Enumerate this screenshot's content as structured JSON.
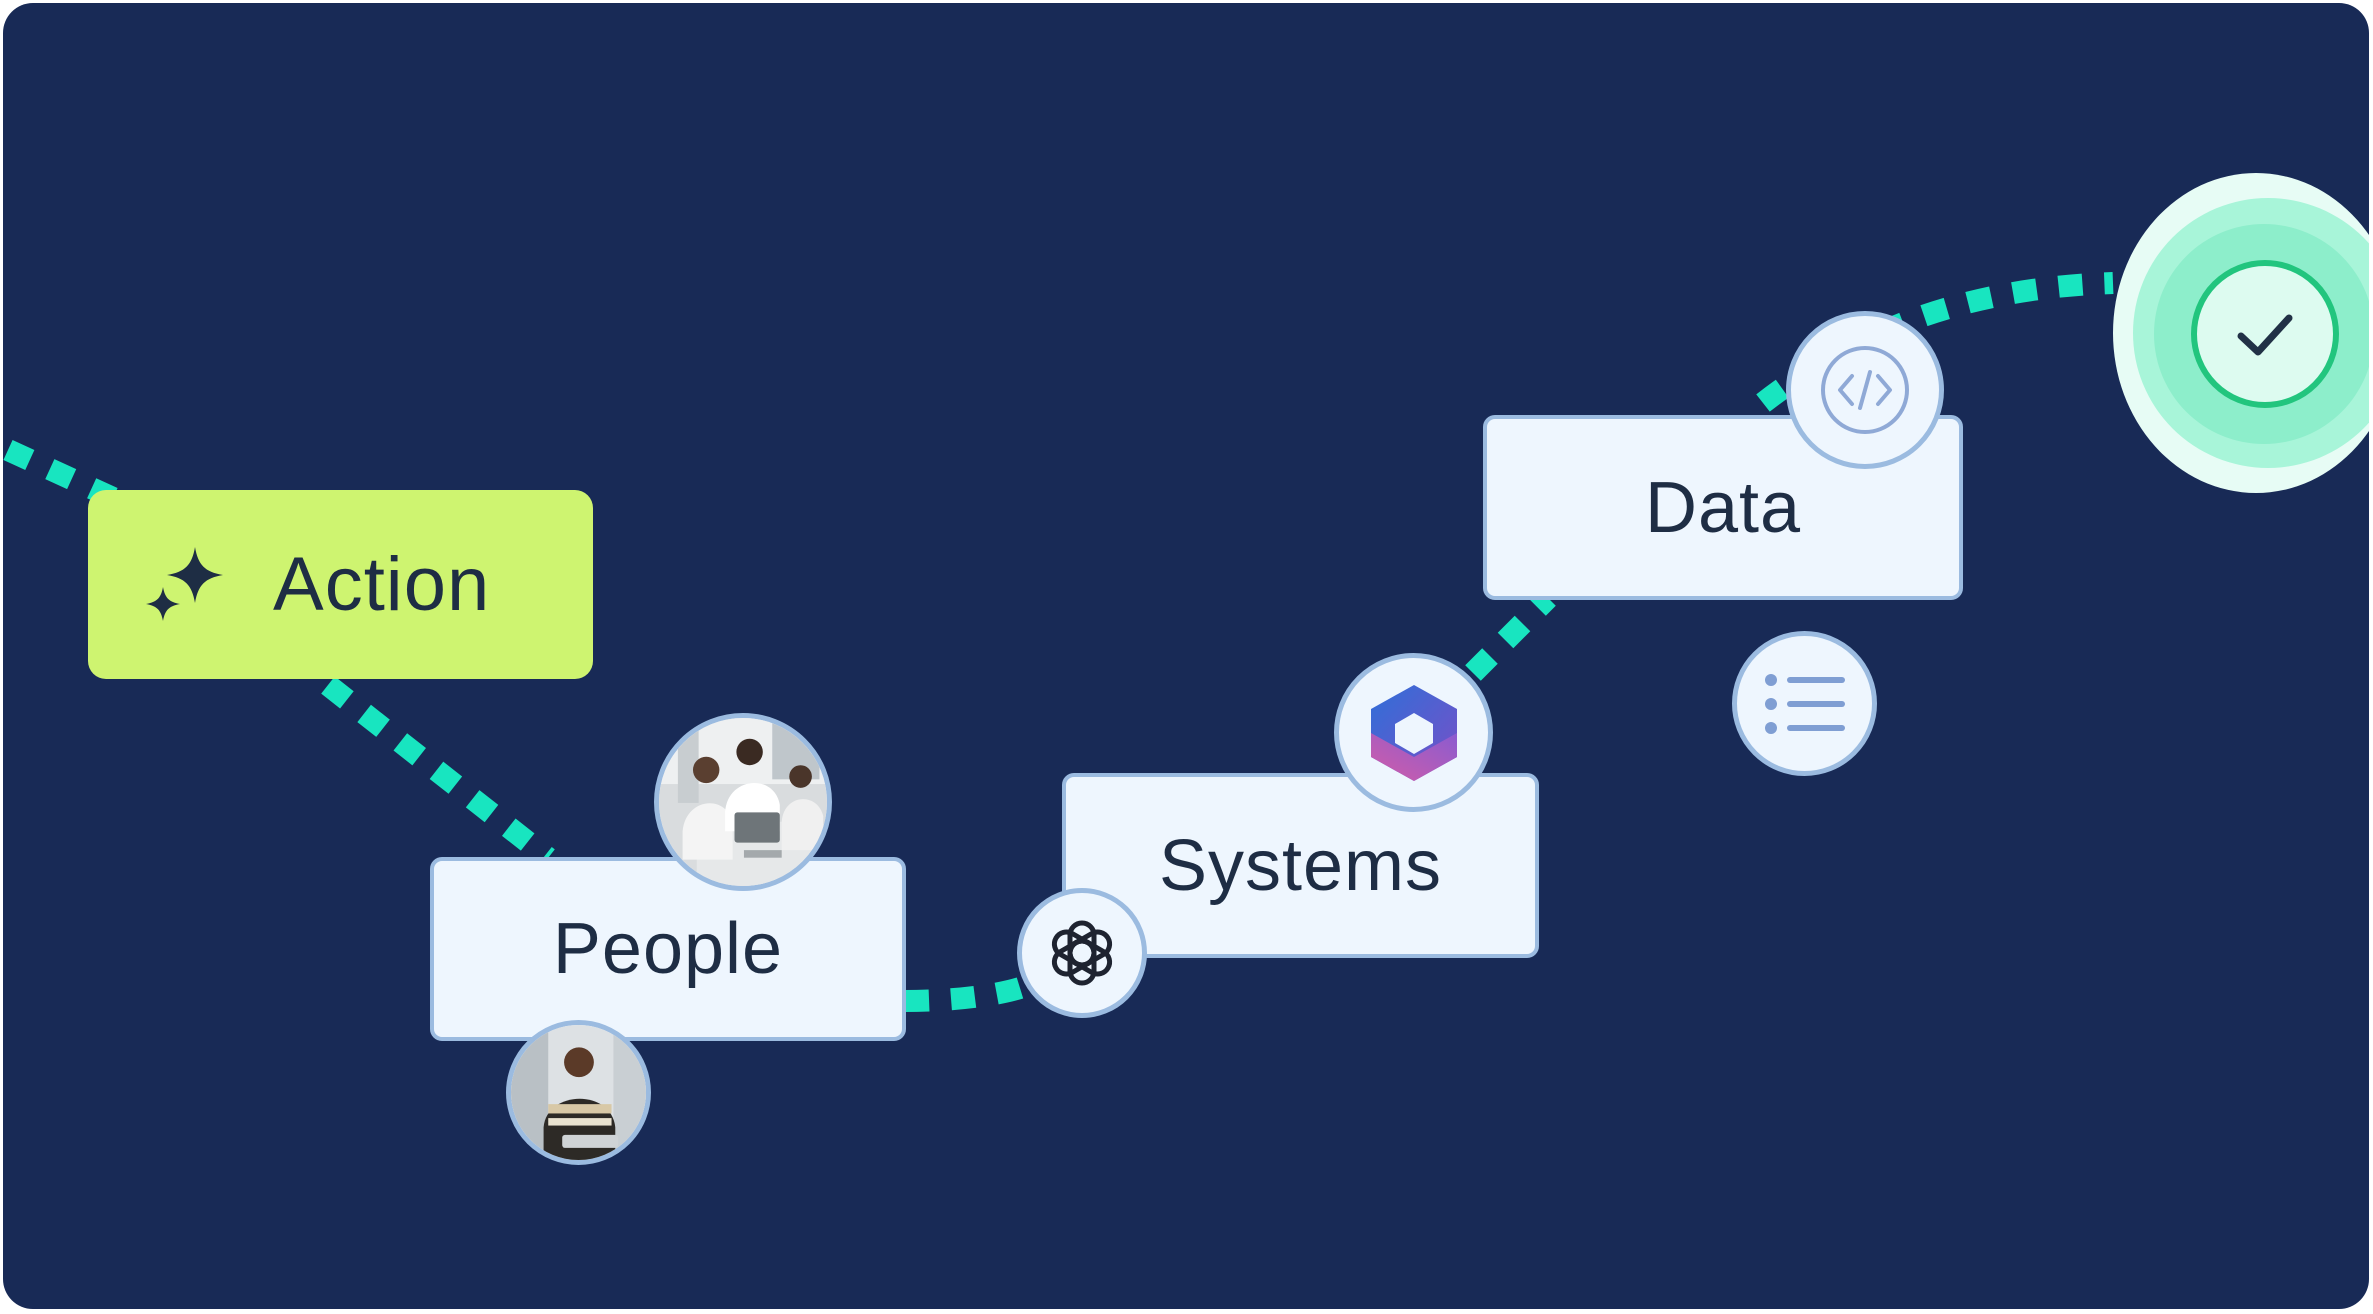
{
  "colors": {
    "background": "#182a56",
    "path": "#18e5c0",
    "card_fill": "#eef6fe",
    "card_border": "#9bbbe0",
    "action_fill": "#cef470",
    "check_ring": "#22c57e"
  },
  "nodes": {
    "action": {
      "label": "Action",
      "icon": "sparkles-icon"
    },
    "people": {
      "label": "People"
    },
    "systems": {
      "label": "Systems"
    },
    "data": {
      "label": "Data"
    }
  },
  "badges": {
    "people_team_photo": "team-photo",
    "people_person_photo": "person-photo",
    "systems_openai": "openai-icon",
    "systems_microsoft365": "microsoft-365-icon",
    "data_code": "code-icon",
    "data_list": "list-icon",
    "complete": "check-icon"
  }
}
